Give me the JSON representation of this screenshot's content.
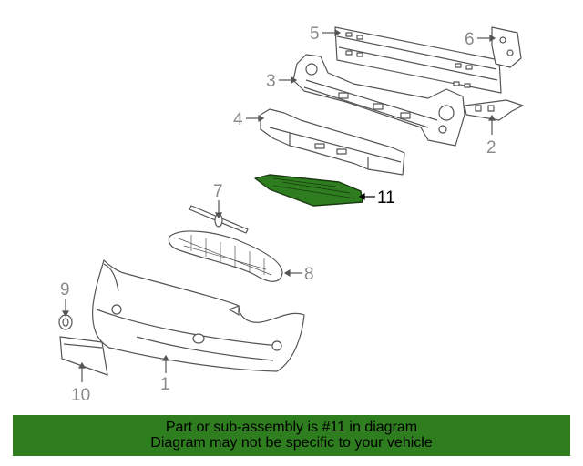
{
  "diagram": {
    "callouts": [
      {
        "id": "5",
        "text": "5"
      },
      {
        "id": "6",
        "text": "6"
      },
      {
        "id": "3",
        "text": "3"
      },
      {
        "id": "4",
        "text": "4"
      },
      {
        "id": "2",
        "text": "2"
      },
      {
        "id": "11",
        "text": "11",
        "highlighted": true
      },
      {
        "id": "7",
        "text": "7"
      },
      {
        "id": "8",
        "text": "8"
      },
      {
        "id": "9",
        "text": "9"
      },
      {
        "id": "1",
        "text": "1"
      },
      {
        "id": "10",
        "text": "10"
      }
    ],
    "highlight_color": "#2e7d1e",
    "line_color": "#555555",
    "part_fill": "#ffffff"
  },
  "banner": {
    "line1": "Part or sub-assembly is #11 in diagram",
    "line2": "Diagram may not be specific to your vehicle",
    "color": "#2e7d1e"
  }
}
